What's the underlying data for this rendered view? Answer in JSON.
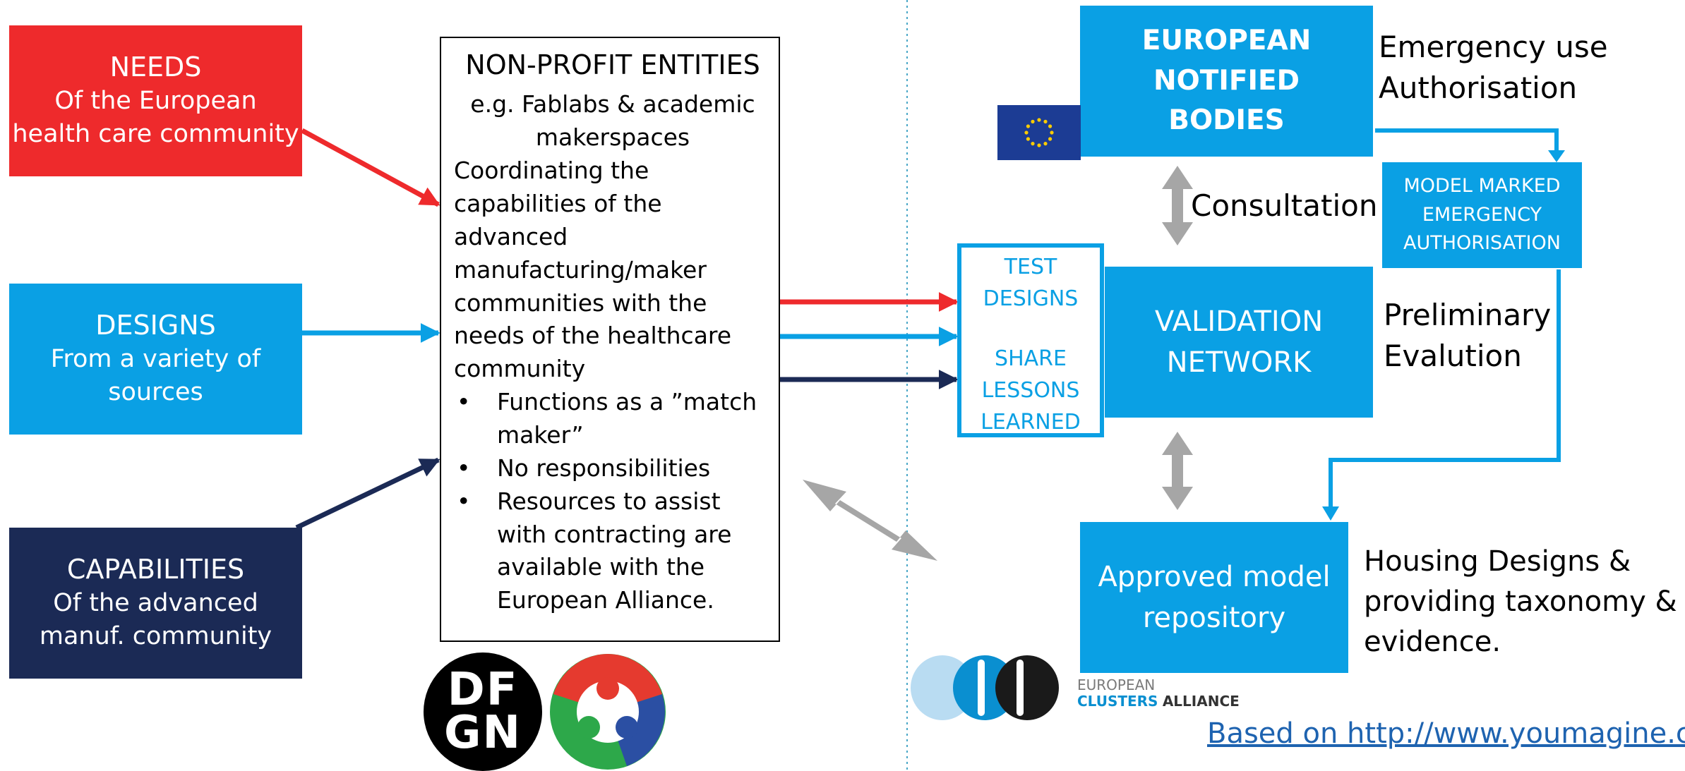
{
  "colors": {
    "red": "#ee2a2c",
    "blue": "#0aa0e4",
    "navy": "#1b2a55",
    "gray": "#a6a6a6",
    "eu_blue": "#1c3c94"
  },
  "left": {
    "needs": {
      "title": "NEEDS",
      "subtitle": "Of the European health care community"
    },
    "designs": {
      "title": "DESIGNS",
      "subtitle": "From a variety of sources"
    },
    "capabilities": {
      "title": "CAPABILITIES",
      "subtitle": "Of the advanced manuf. community"
    }
  },
  "center": {
    "title": "NON-PROFIT ENTITIES",
    "example": "e.g. Fablabs & academic makerspaces",
    "description": "Coordinating the capabilities of the advanced manufacturing/maker communities with the needs of the healthcare community",
    "bullets": [
      "Functions as a ”match maker”",
      "No responsibilities",
      "Resources to assist with contracting are available with the European Alliance."
    ]
  },
  "logos": {
    "dfgn_line1": "DF",
    "dfgn_line2": "GN",
    "eca_line1": "EUROPEAN",
    "eca_line2": "CLUSTERS",
    "eca_line3": "ALLIANCE"
  },
  "right": {
    "notified_bodies": "EUROPEAN NOTIFIED BODIES",
    "emergency_note": "Emergency use Authorisation",
    "consultation": "Consultation",
    "model_marked": "MODEL MARKED EMERGENCY AUTHORISATION",
    "test_designs": "TEST DESIGNS",
    "share_lessons": "SHARE LESSONS LEARNED",
    "validation": "VALIDATION NETWORK",
    "preliminary": "Preliminary Evalution",
    "repository": "Approved model repository",
    "housing": "Housing Designs & providing taxonomy & evidence."
  },
  "footer": {
    "link": "Based on http://www.youmagine.c"
  }
}
